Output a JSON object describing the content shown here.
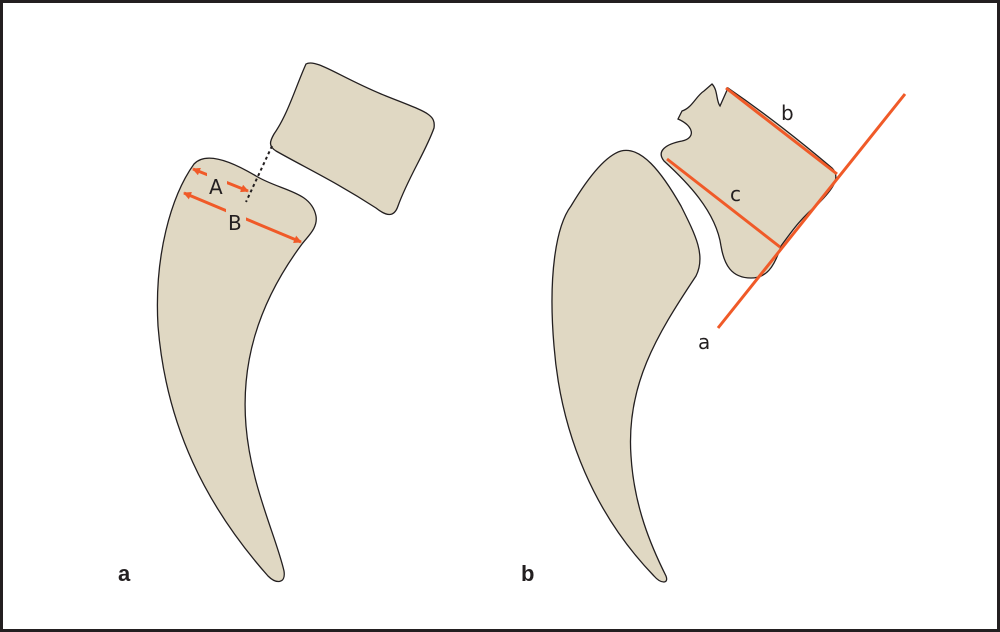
{
  "panel_a": {
    "label": "a",
    "measure_A": "A",
    "measure_B": "B"
  },
  "panel_b": {
    "label": "b",
    "line_a": "a",
    "line_b": "b",
    "line_c": "c"
  },
  "colors": {
    "bone_fill": "#e0d8c3",
    "measure_line": "#f05a28",
    "outline": "#231f20"
  }
}
